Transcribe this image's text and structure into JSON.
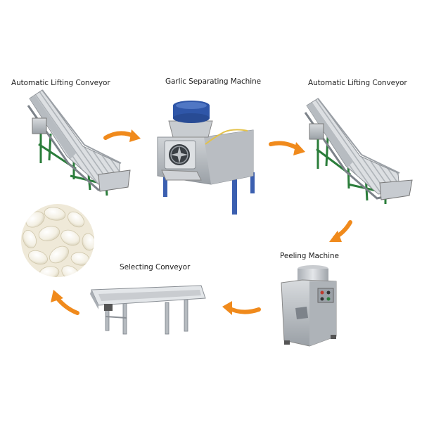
{
  "steps": [
    {
      "label": "Automatic Lifting Conveyor",
      "icon": "lifting-conveyor-machine"
    },
    {
      "label": "Garlic Separating Machine",
      "icon": "garlic-separating-machine"
    },
    {
      "label": "Automatic Lifting Conveyor",
      "icon": "lifting-conveyor-machine"
    },
    {
      "label": "Peeling Machine",
      "icon": "garlic-peeling-machine"
    },
    {
      "label": "Selecting Conveyor",
      "icon": "selecting-conveyor-table"
    },
    {
      "label": "",
      "icon": "peeled-garlic-cloves"
    }
  ],
  "colors": {
    "arrow": "#f08a1c",
    "steel": "#c9ccd0",
    "frame": "#2a7d3a",
    "blue": "#2f56a8"
  }
}
